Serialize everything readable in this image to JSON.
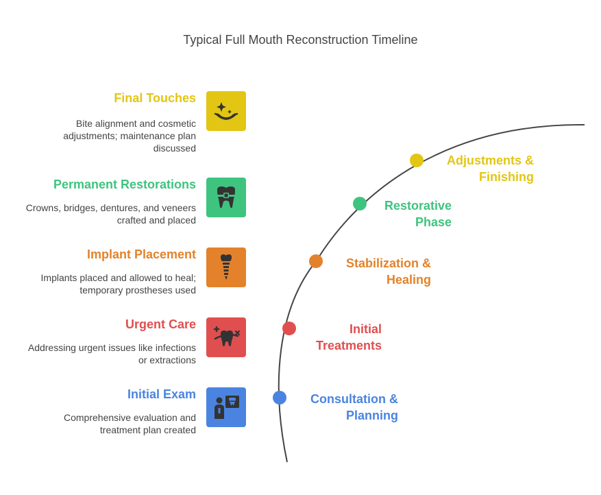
{
  "title": "Typical Full Mouth Reconstruction Timeline",
  "colors": {
    "final": "#E2C613",
    "permanent": "#3EC47E",
    "implant": "#E3822B",
    "urgent": "#E04F4F",
    "initial": "#4A84E0",
    "arc": "#444444",
    "text": "#444444"
  },
  "steps": [
    {
      "id": "final-touches",
      "title": "Final Touches",
      "description": "Bite alignment and cosmetic adjustments; maintenance plan discussed",
      "icon": "sparkle-smile-icon",
      "color": "#E2C613"
    },
    {
      "id": "permanent-restorations",
      "title": "Permanent Restorations",
      "description": "Crowns, bridges, dentures, and veneers crafted and placed",
      "icon": "tooth-braces-icon",
      "color": "#3EC47E"
    },
    {
      "id": "implant-placement",
      "title": "Implant Placement",
      "description": "Implants placed and allowed to heal; temporary prostheses used",
      "icon": "dental-implant-icon",
      "color": "#E3822B"
    },
    {
      "id": "urgent-care",
      "title": "Urgent Care",
      "description": "Addressing urgent issues like infections or extractions",
      "icon": "tooth-care-icon",
      "color": "#E04F4F"
    },
    {
      "id": "initial-exam",
      "title": "Initial Exam",
      "description": "Comprehensive evaluation and treatment plan created",
      "icon": "dentist-xray-icon",
      "color": "#4A84E0"
    }
  ],
  "phases": [
    {
      "line1": "Adjustments &",
      "line2": "Finishing",
      "color": "#E2C613"
    },
    {
      "line1": "Restorative",
      "line2": "Phase",
      "color": "#3EC47E"
    },
    {
      "line1": "Stabilization &",
      "line2": "Healing",
      "color": "#E3822B"
    },
    {
      "line1": "Initial",
      "line2": "Treatments",
      "color": "#E04F4F"
    },
    {
      "line1": "Consultation &",
      "line2": "Planning",
      "color": "#4A84E0"
    }
  ]
}
